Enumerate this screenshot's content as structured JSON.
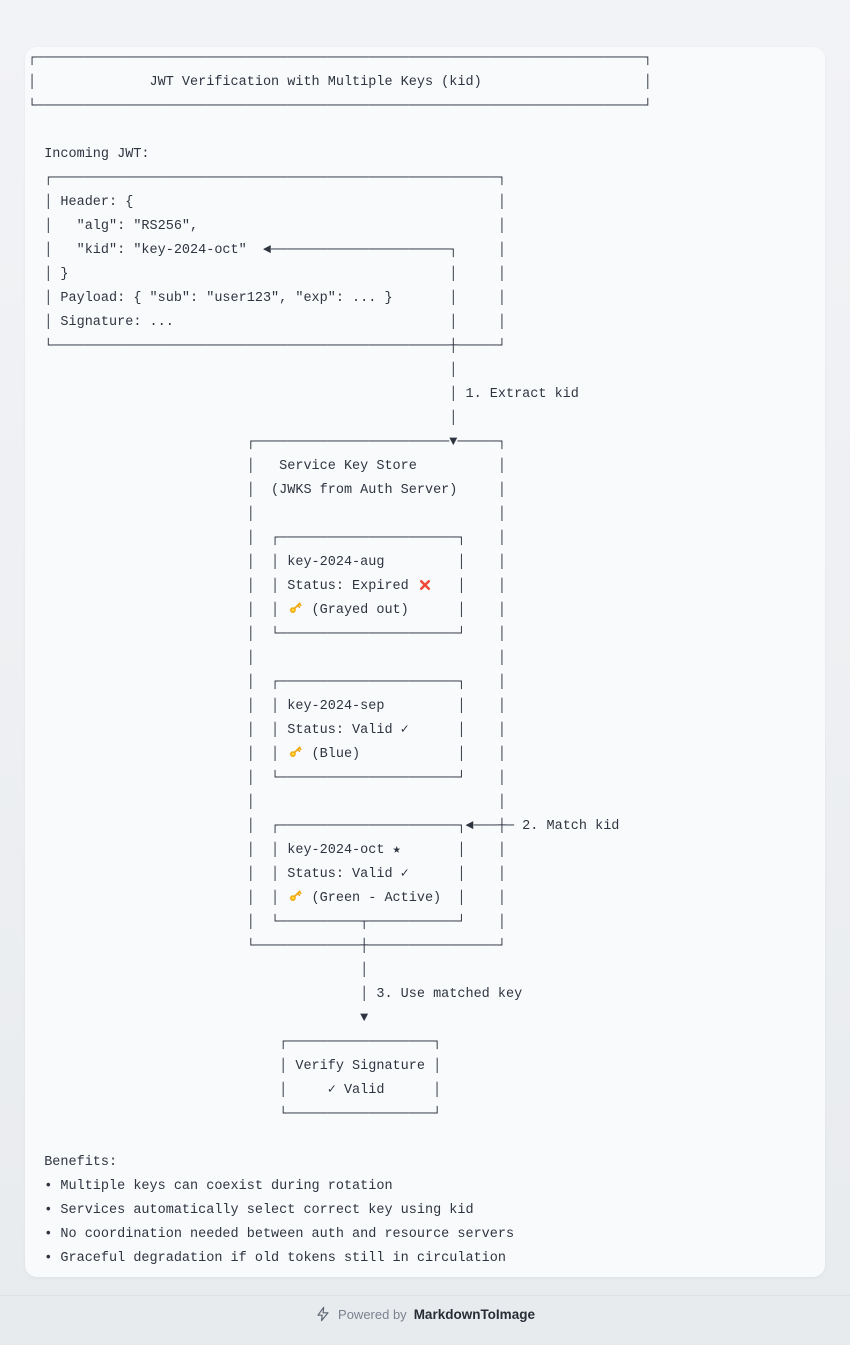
{
  "colors": {
    "text": "#2e3540",
    "key_icon_fill": "#ffd83b",
    "key_icon_stroke": "#eda60e",
    "cross_icon": "#ef4637",
    "card_bg": "#f9fafc"
  },
  "footer": {
    "bolt_icon": "zap-icon",
    "powered_by": "Powered by",
    "brand": "MarkdownToImage"
  },
  "diagram": {
    "lines": [
      "┌───────────────────────────────────────────────────────────────────────────┐",
      "│              JWT Verification with Multiple Keys (kid)                    │",
      "└───────────────────────────────────────────────────────────────────────────┘",
      "",
      "  Incoming JWT:",
      "  ┌───────────────────────────────────────────────────────┐",
      "  │ Header: {                                             │",
      "  │   \"alg\": \"RS256\",                                     │",
      "  │   \"kid\": \"key-2024-oct\"  ◄──────────────────────┐     │",
      "  │ }                                               │     │",
      "  │ Payload: { \"sub\": \"user123\", \"exp\": ... }       │     │",
      "  │ Signature: ...                                  │     │",
      "  └─────────────────────────────────────────────────┼─────┘",
      "                                                    │",
      "                                                    │ 1. Extract kid",
      "                                                    │",
      "                           ┌────────────────────────▼─────┐",
      "                           │   Service Key Store          │",
      "                           │  (JWKS from Auth Server)     │",
      "                           │                              │",
      "                           │  ┌──────────────────────┐    │",
      "                           │  │ key-2024-aug         │    │",
      "                           │  │ Status: Expired ❌   │    │",
      "                           │  │ 🔑 (Grayed out)      │    │",
      "                           │  └──────────────────────┘    │",
      "                           │                              │",
      "                           │  ┌──────────────────────┐    │",
      "                           │  │ key-2024-sep         │    │",
      "                           │  │ Status: Valid ✓      │    │",
      "                           │  │ 🔑 (Blue)            │    │",
      "                           │  └──────────────────────┘    │",
      "                           │                              │",
      "                           │  ┌──────────────────────┐◄───┼─ 2. Match kid",
      "                           │  │ key-2024-oct ★       │    │",
      "                           │  │ Status: Valid ✓      │    │",
      "                           │  │ 🔑 (Green - Active)  │    │",
      "                           │  └──────────┬───────────┘    │",
      "                           └─────────────┼────────────────┘",
      "                                         │",
      "                                         │ 3. Use matched key",
      "                                         ▼",
      "                               ┌──────────────────┐",
      "                               │ Verify Signature │",
      "                               │     ✓ Valid      │",
      "                               └──────────────────┘",
      "",
      "  Benefits:",
      "  • Multiple keys can coexist during rotation",
      "  • Services automatically select correct key using kid",
      "  • No coordination needed between auth and resource servers",
      "  • Graceful degradation if old tokens still in circulation"
    ]
  }
}
